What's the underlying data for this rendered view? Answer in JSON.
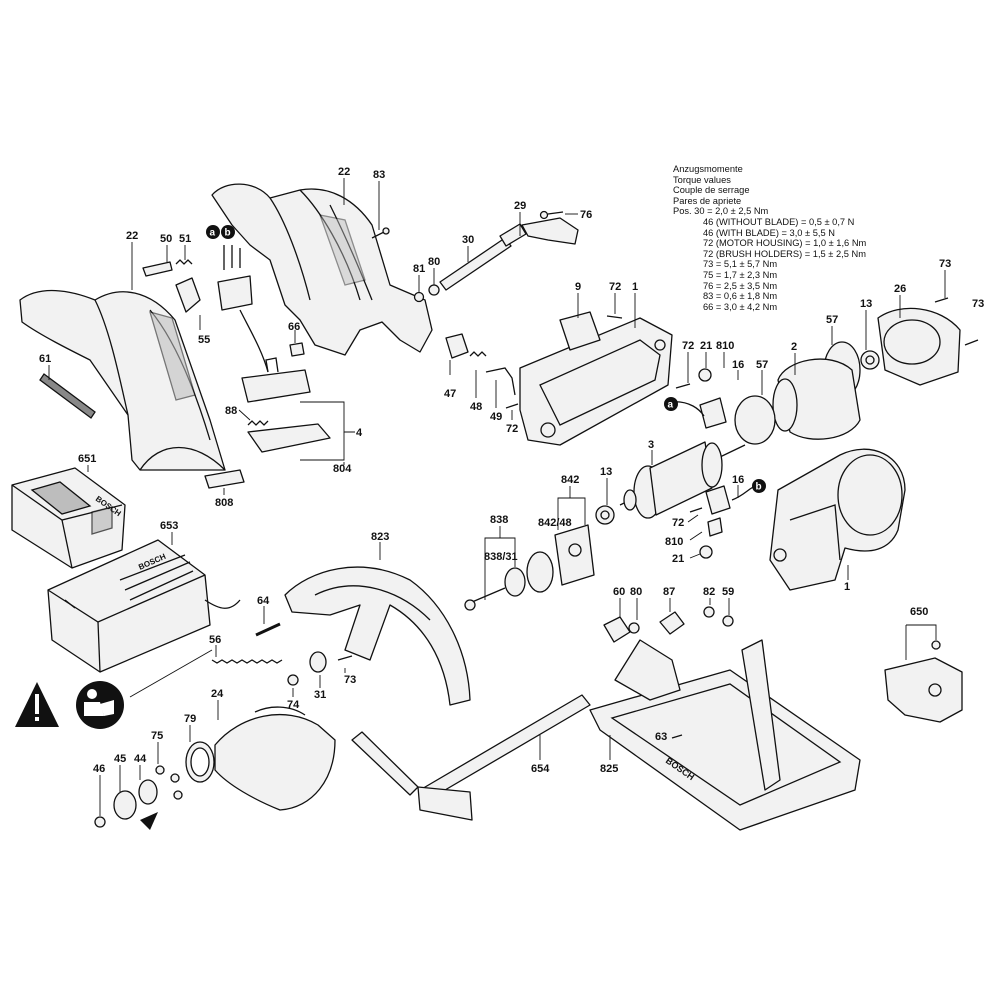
{
  "torque": {
    "headings": [
      "Anzugsmomente",
      "Torque values",
      "Couple de serrage",
      "Pares de apriete"
    ],
    "values": [
      "Pos. 30 = 2,0 ± 2,5 Nm",
      "46 (WITHOUT BLADE) = 0,5 ± 0,7 N",
      "46 (WITH BLADE) = 3,0 ± 5,5 N",
      "72 (MOTOR HOUSING) = 1,0 ± 1,6 Nm",
      "72 (BRUSH HOLDERS) = 1,5 ± 2,5 Nm",
      "73 = 5,1 ± 5,7 Nm",
      "75 = 1,7 ± 2,3 Nm",
      "76 = 2,5 ± 3,5 Nm",
      "83 = 0,6 ± 1,8 Nm",
      "66 = 3,0 ± 4,2 Nm"
    ]
  },
  "labels": {
    "l22a": "22",
    "l22b": "22",
    "l83": "83",
    "l29": "29",
    "l76": "76",
    "l30": "30",
    "l50": "50",
    "l51": "51",
    "l55": "55",
    "l66": "66",
    "l81": "81",
    "l80a": "80",
    "l9": "9",
    "l72a": "72",
    "l1a": "1",
    "l73a": "73",
    "l73b": "73",
    "l26": "26",
    "l13a": "13",
    "l57a": "57",
    "l61": "61",
    "l47": "47",
    "l48": "48",
    "l49": "49",
    "l72b": "72",
    "l72c": "72",
    "l21a": "21",
    "l810a": "810",
    "l16a": "16",
    "l57b": "57",
    "l2": "2",
    "l88": "88",
    "l4": "4",
    "l804": "804",
    "l808": "808",
    "l651": "651",
    "l3": "3",
    "l13b": "13",
    "l842": "842",
    "l842_48": "842/48",
    "l838": "838",
    "l838_31": "838/31",
    "l16b": "16",
    "l72d": "72",
    "l810b": "810",
    "l21b": "21",
    "l1b": "1",
    "l653": "653",
    "l823": "823",
    "l64": "64",
    "l56": "56",
    "l60": "60",
    "l80b": "80",
    "l87": "87",
    "l82": "82",
    "l59": "59",
    "l650": "650",
    "l24": "24",
    "l74": "74",
    "l31": "31",
    "l73c": "73",
    "l79": "79",
    "l75": "75",
    "l46": "46",
    "l45": "45",
    "l44": "44",
    "l63": "63",
    "l654": "654",
    "l825": "825",
    "ca1": "a",
    "cb1": "b",
    "ca2": "a",
    "cb2": "b"
  },
  "branding": {
    "battery_mark": "BOSCH",
    "base_mark": "BOSCH",
    "charger_mark": "BOSCH"
  }
}
